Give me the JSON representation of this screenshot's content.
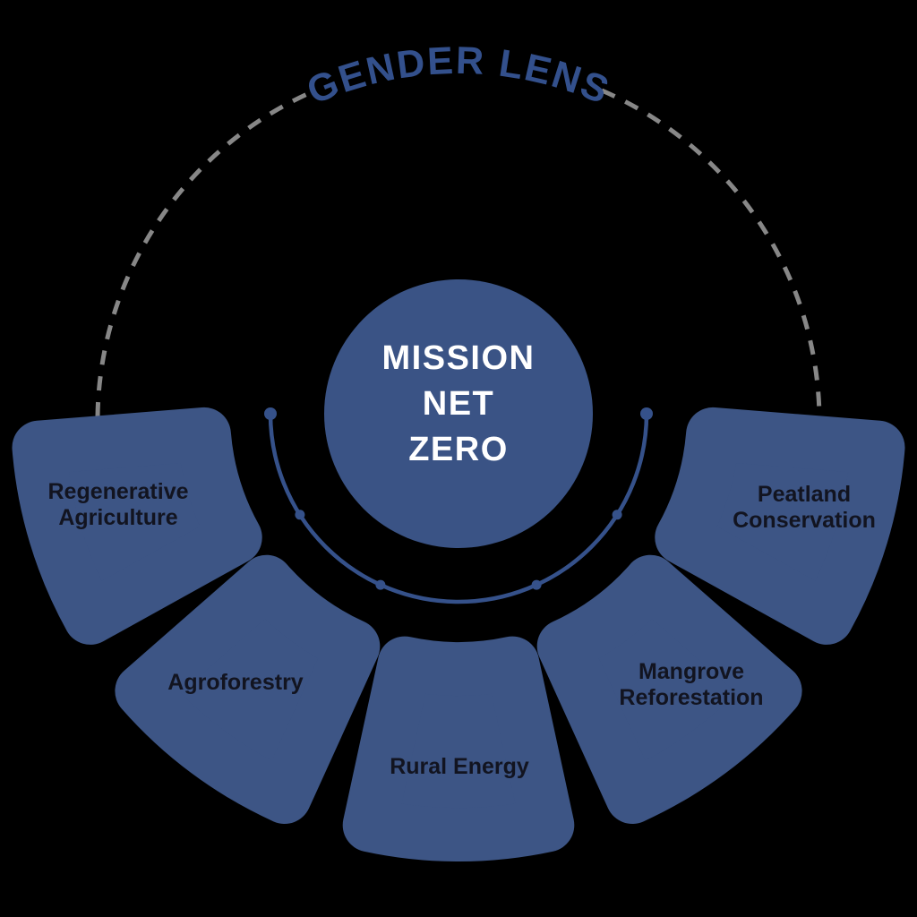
{
  "heading": {
    "label": "GENDER LENS"
  },
  "center": {
    "lines": [
      "MISSION",
      "NET",
      "ZERO"
    ]
  },
  "petals": [
    {
      "lines": [
        "Regenerative",
        "Agriculture"
      ]
    },
    {
      "lines": [
        "Agroforestry"
      ]
    },
    {
      "lines": [
        "Rural Energy"
      ]
    },
    {
      "lines": [
        "Mangrove",
        "Reforestation"
      ]
    },
    {
      "lines": [
        "Peatland",
        "Conservation"
      ]
    }
  ],
  "colors": {
    "background": "#000000",
    "petal_blue": "#3d5585",
    "circle_blue": "#3a5385",
    "arc_blue": "#35518a",
    "heading_blue": "#33508c",
    "label_dark": "#121420",
    "center_text": "#ffffff",
    "dash_gray": "#878787"
  }
}
